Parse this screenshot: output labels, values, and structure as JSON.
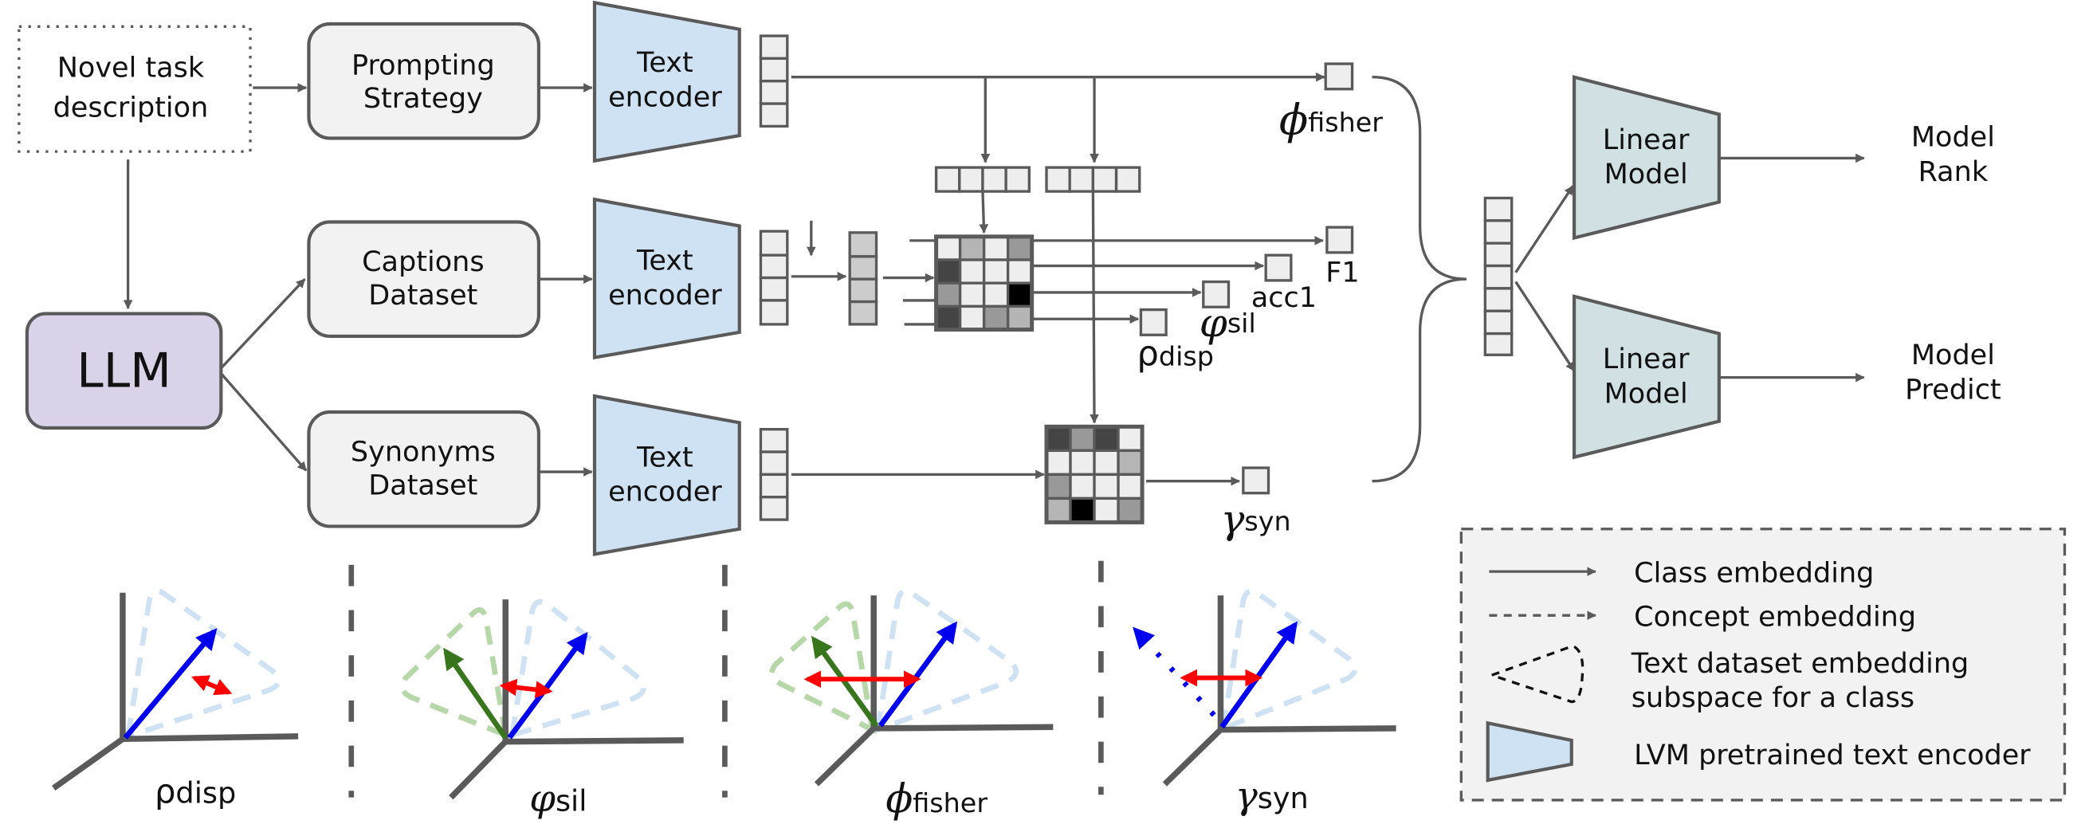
{
  "colors": {
    "stroke": "#5a5a5a",
    "box_fill": "#f2f2f2",
    "llm_fill": "#d9d2e9",
    "encoder_fill": "#cfe2f3",
    "linear_model_fill": "#d0e0e3",
    "class_vector": "#0000ee",
    "other_class_vector": "#38761d",
    "distance_arrow": "#ff0000",
    "subspace_blue": "#cfe2f3",
    "subspace_green": "#b6d7a8",
    "cell_light": "#eeeeee",
    "cell_gray_light": "#b5b5b5",
    "cell_gray_mid": "#999999",
    "cell_dark": "#444444",
    "cell_black": "#000000"
  },
  "nodes": {
    "task": {
      "line1": "Novel task",
      "line2": "description"
    },
    "prompting": {
      "line1": "Prompting",
      "line2": "Strategy"
    },
    "captions": {
      "line1": "Captions",
      "line2": "Dataset"
    },
    "synonyms": {
      "line1": "Synonyms",
      "line2": "Dataset"
    },
    "llm": {
      "label": "LLM"
    },
    "encoder_top": {
      "line1": "Text",
      "line2": "encoder"
    },
    "encoder_mid": {
      "line1": "Text",
      "line2": "encoder"
    },
    "encoder_bot": {
      "line1": "Text",
      "line2": "encoder"
    },
    "linear_top": {
      "line1": "Linear",
      "line2": "Model"
    },
    "linear_bot": {
      "line1": "Linear",
      "line2": "Model"
    },
    "out_rank": {
      "line1": "Model",
      "line2": "Rank"
    },
    "out_predict": {
      "line1": "Model",
      "line2": "Predict"
    }
  },
  "metrics": {
    "fisher": {
      "symbol": "ϕ",
      "sub": "fisher"
    },
    "f1": {
      "label": "F1"
    },
    "acc1": {
      "label": "acc1"
    },
    "sil": {
      "symbol": "φ",
      "sub": "sil"
    },
    "disp": {
      "symbol": "ρ",
      "sub": "disp"
    },
    "syn": {
      "symbol": "γ",
      "sub": "syn"
    }
  },
  "matrix_caption": {
    "shades": [
      [
        "light",
        "gray_light",
        "light",
        "gray_mid"
      ],
      [
        "dark",
        "light",
        "light",
        "light"
      ],
      [
        "gray_mid",
        "light",
        "light",
        "black"
      ],
      [
        "dark",
        "light",
        "gray_mid",
        "gray_light"
      ]
    ]
  },
  "matrix_synonym": {
    "shades": [
      [
        "dark",
        "gray_mid",
        "dark",
        "light"
      ],
      [
        "light",
        "light",
        "light",
        "gray_light"
      ],
      [
        "gray_mid",
        "light",
        "light",
        "light"
      ],
      [
        "gray_light",
        "black",
        "light",
        "gray_mid"
      ]
    ]
  },
  "illustrations": [
    {
      "symbol": "ρ",
      "sub": "disp"
    },
    {
      "symbol": "φ",
      "sub": "sil"
    },
    {
      "symbol": "ϕ",
      "sub": "fisher"
    },
    {
      "symbol": "γ",
      "sub": "syn"
    }
  ],
  "legend": {
    "items": [
      {
        "label": "Class embedding"
      },
      {
        "label": "Concept embedding"
      },
      {
        "label": "Text dataset embedding",
        "label2": "subspace for a class"
      },
      {
        "label": "LVM pretrained text encoder"
      }
    ]
  }
}
